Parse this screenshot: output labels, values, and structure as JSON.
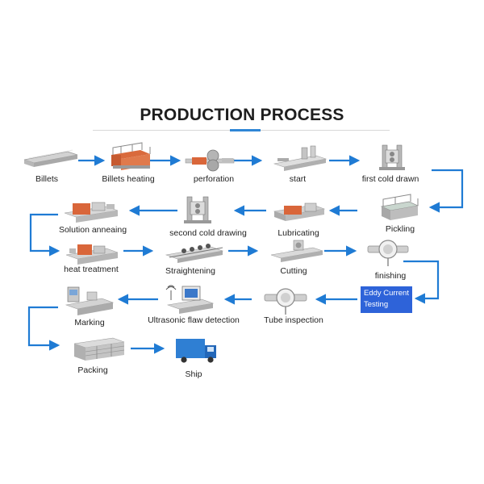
{
  "title": "PRODUCTION PROCESS",
  "colors": {
    "arrow": "#1f7bd4",
    "accent": "#2f86d6",
    "highlight_box": "#2e63d9",
    "furnace": "#d8663a"
  },
  "steps": [
    {
      "label": "Billets",
      "icon": "billet-bars-icon"
    },
    {
      "label": "Billets  heating",
      "icon": "heating-furnace-icon"
    },
    {
      "label": "perforation",
      "icon": "piercing-mill-icon"
    },
    {
      "label": "start",
      "icon": "start-machine-icon"
    },
    {
      "label": "first cold drawn",
      "icon": "cold-drawing-press-icon"
    },
    {
      "label": "Pickling",
      "icon": "pickling-tank-icon"
    },
    {
      "label": "Lubricating",
      "icon": "lubricating-tank-icon"
    },
    {
      "label": "second cold drawing",
      "icon": "cold-drawing-press-icon"
    },
    {
      "label": "Solution anneaing",
      "icon": "annealing-furnace-icon"
    },
    {
      "label": "heat treatment",
      "icon": "heat-treatment-furnace-icon"
    },
    {
      "label": "Straightening",
      "icon": "straightening-machine-icon"
    },
    {
      "label": "Cutting",
      "icon": "cutting-machine-icon"
    },
    {
      "label": "finishing",
      "icon": "pipe-fitting-icon"
    },
    {
      "label_lines": [
        "Eddy Current",
        "Testing"
      ],
      "icon": "eddy-current-box"
    },
    {
      "label": "Tube inspection",
      "icon": "pipe-fitting-icon"
    },
    {
      "label": "Ultrasonic flaw detection",
      "icon": "ultrasonic-tester-icon"
    },
    {
      "label": "Marking",
      "icon": "marking-machine-icon"
    },
    {
      "label": "Packing",
      "icon": "pipe-bundle-icon"
    },
    {
      "label": "Ship",
      "icon": "truck-icon"
    }
  ]
}
